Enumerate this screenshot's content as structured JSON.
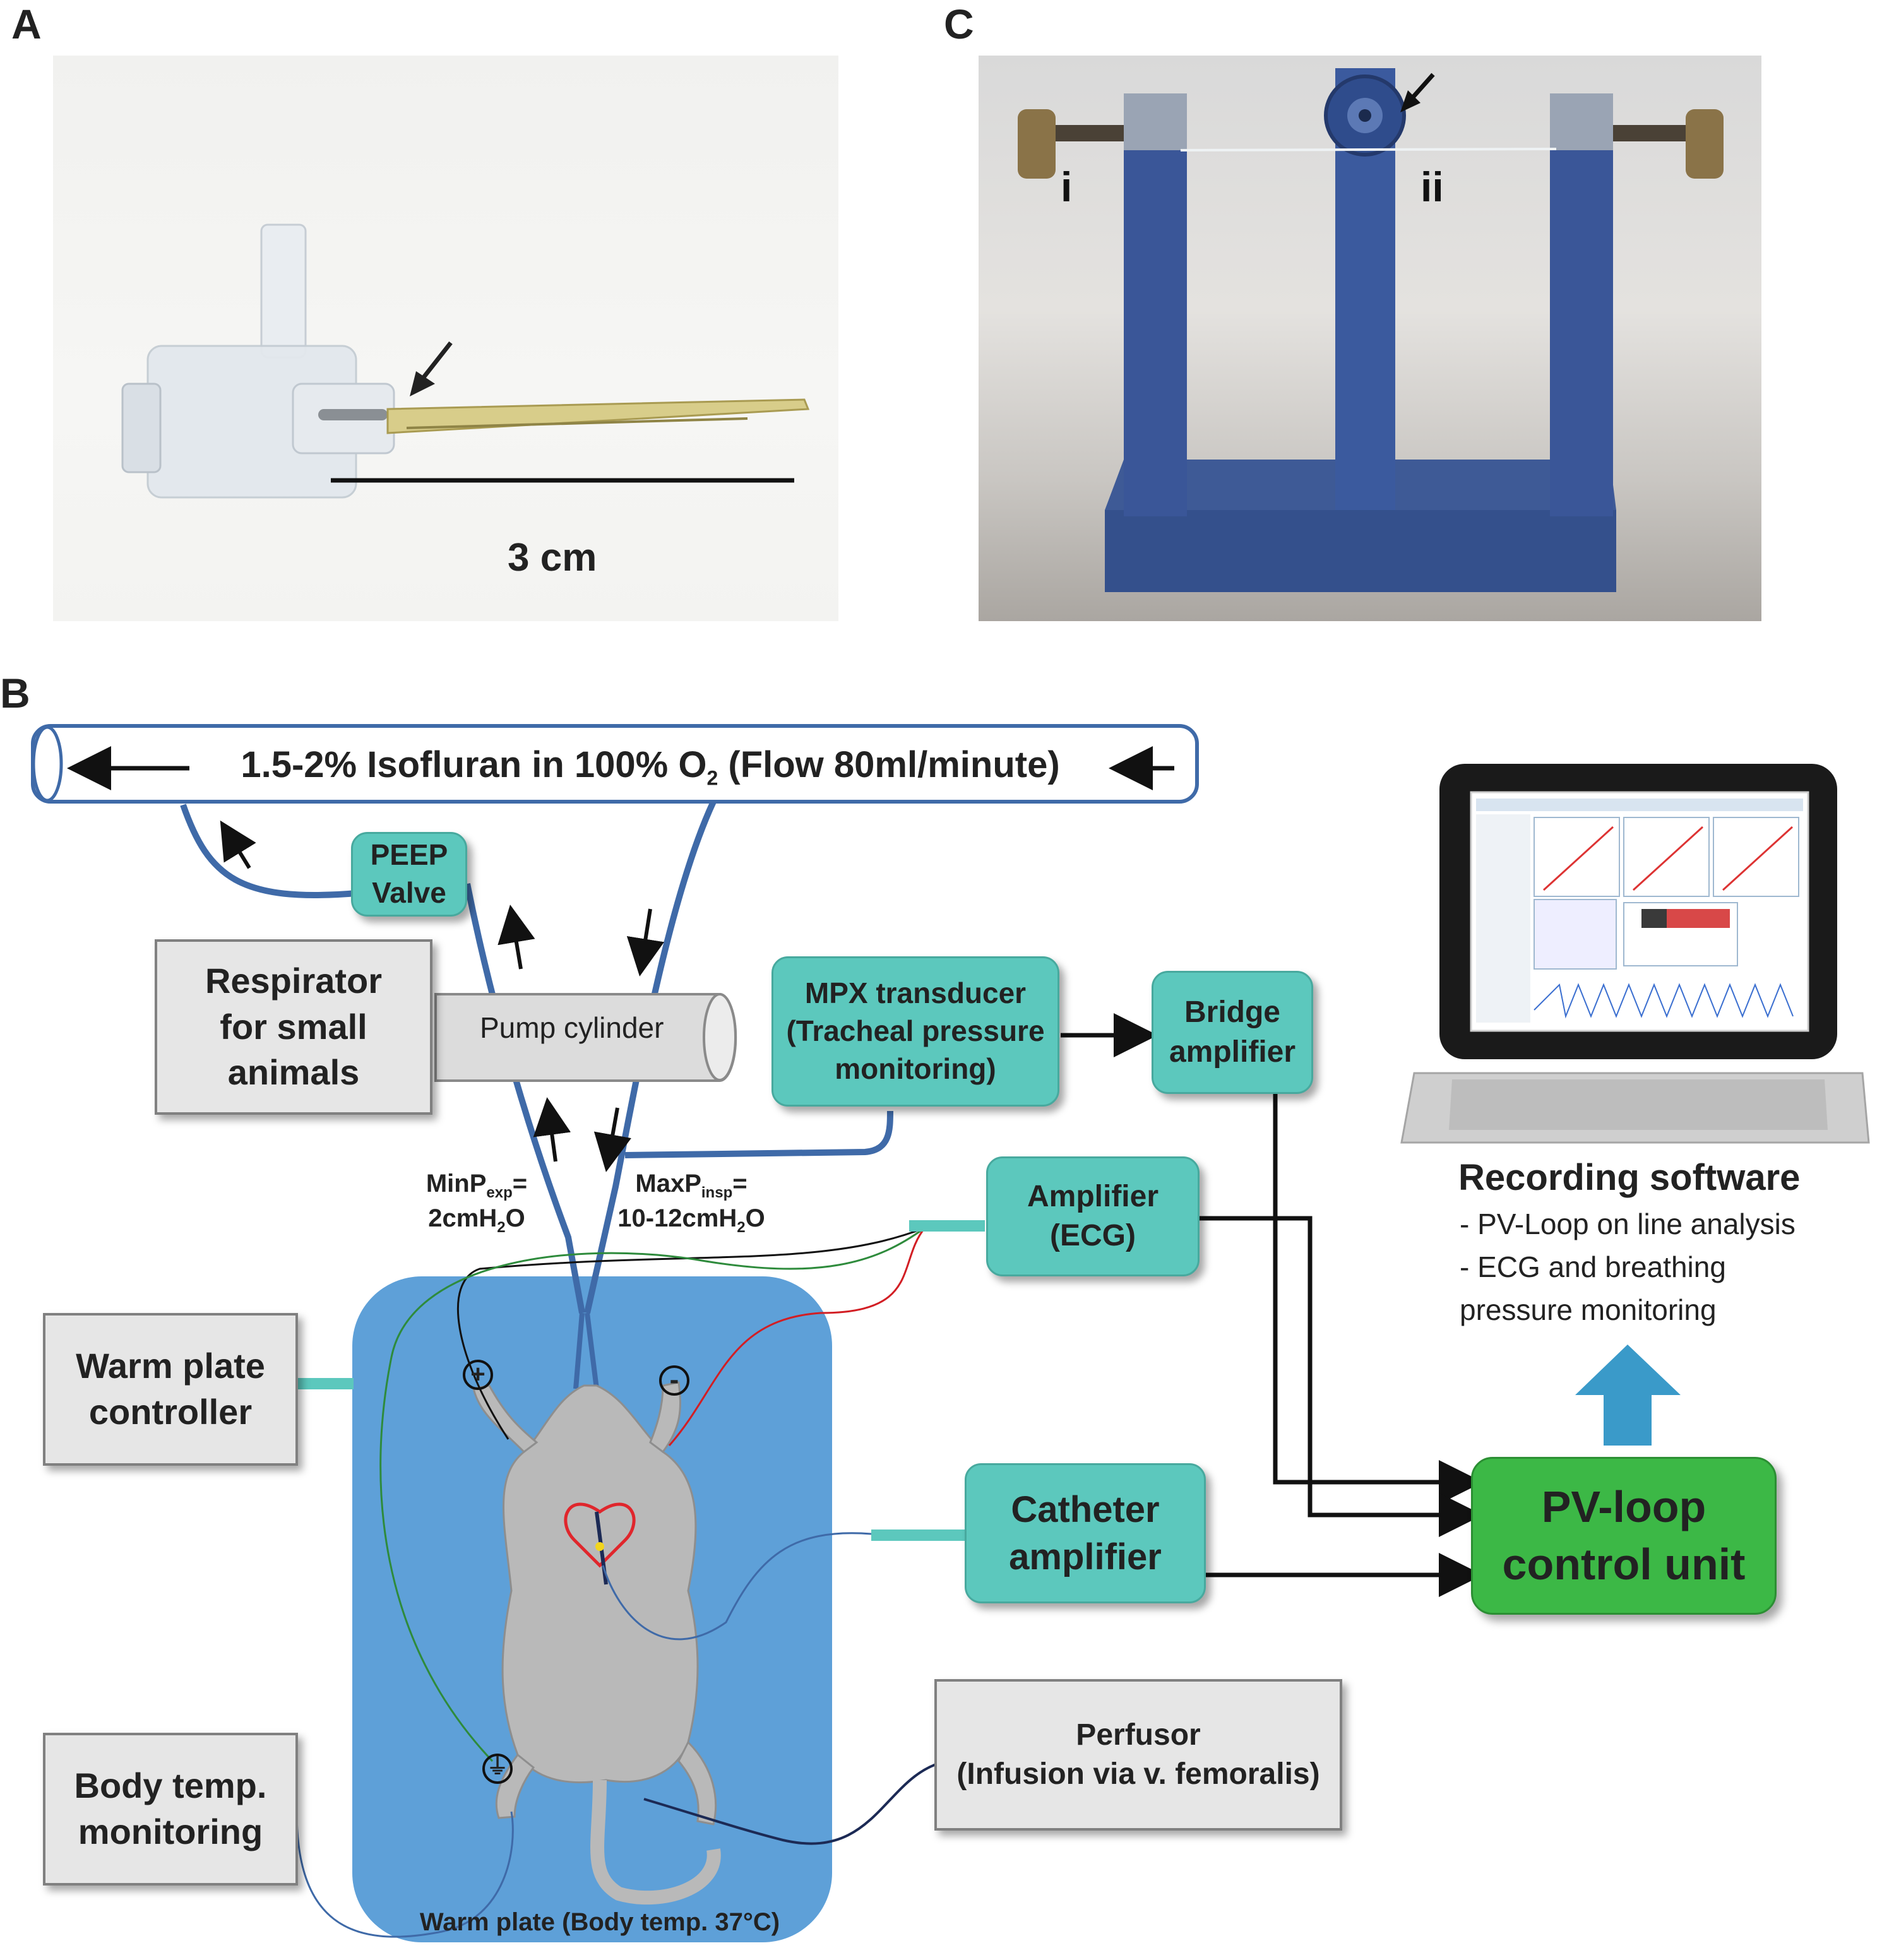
{
  "panels": {
    "a": "A",
    "b": "B",
    "c": "C"
  },
  "panel_a": {
    "scale_label": "3 cm"
  },
  "panel_c": {
    "label_i": "i",
    "label_ii": "ii"
  },
  "tube": {
    "label_main": "1.5-2% Isofluran in 100% O",
    "label_sub": "2",
    "label_tail": " (Flow 80ml/minute)"
  },
  "boxes": {
    "peep": "PEEP\nValve",
    "respirator": "Respirator\nfor small\nanimals",
    "pump": "Pump cylinder",
    "mpx": "MPX transducer\n(Tracheal pressure\nmonitoring)",
    "bridge": "Bridge\namplifier",
    "amp_ecg": "Amplifier\n(ECG)",
    "warm_ctrl": "Warm plate\ncontroller",
    "catheter": "Catheter\namplifier",
    "pvloop": "PV-loop\ncontrol unit",
    "body_temp": "Body temp.\nmonitoring",
    "perfusor": "Perfusor\n(Infusion via v. femoralis)"
  },
  "pressure": {
    "min_label": "MinP",
    "min_sub": "exp",
    "min_eq": "=",
    "min_val": "2cmH",
    "min_val_sub": "2",
    "min_val_tail": "O",
    "max_label": "MaxP",
    "max_sub": "insp",
    "max_eq": "=",
    "max_val": "10-12cmH",
    "max_val_sub": "2",
    "max_val_tail": "O"
  },
  "electrodes": {
    "plus": "+",
    "minus": "-",
    "ground": "⏚"
  },
  "software": {
    "title": "Recording software",
    "line1": "- PV-Loop on line analysis",
    "line2": "- ECG and breathing",
    "line3": "pressure monitoring"
  },
  "warm_plate": {
    "label": "Warm plate (Body temp. 37°C)"
  },
  "colors": {
    "teal": "#5cc8bd",
    "green": "#3cb846",
    "plate": "#5ea0d8",
    "tube_stroke": "#3f6aa8",
    "blue_arrow": "#3a9ac9"
  }
}
